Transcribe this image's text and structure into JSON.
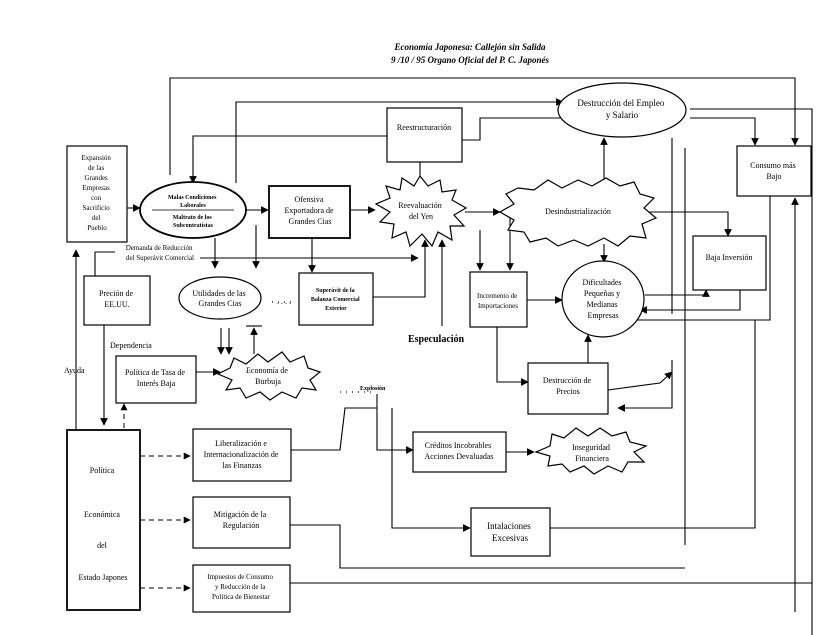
{
  "header": {
    "title": "Economía Japonesa: Callejón sin Salida",
    "subtitle": "9 /10 / 95   Organo Oficial del P. C. Japonés"
  },
  "nodes": {
    "expansion": [
      "Expansión",
      "de las",
      "Grandes",
      "Empresas",
      "con",
      "Sacrificio",
      "del",
      "Pueblo"
    ],
    "malas_condiciones": [
      "Malas Condiciones",
      "Laborales"
    ],
    "maltrato": [
      "Maltrato de los",
      "Subcontratistas"
    ],
    "ofensiva": [
      "Ofensiva",
      "Exportadora de",
      "Grandes Cias"
    ],
    "reestructuracion": "Reestructuración",
    "reevaluacion": [
      "Reevaluación",
      "del Yen"
    ],
    "desindustrializacion": "Desindustrialización",
    "destruccion_empleo": [
      "Destrucción del Empleo",
      "y Salario"
    ],
    "consumo_bajo": [
      "Consumo más",
      "Bajo"
    ],
    "demanda_reduccion": [
      "Demanda de Reducción",
      "del Superávit Comercial"
    ],
    "utilidades": [
      "Utilidades de las",
      "Grandes Cias"
    ],
    "superavit": [
      "Superávit de la",
      "Balanza Comercial",
      "Exterior"
    ],
    "incremento_importaciones": [
      "Incremento de",
      "Importaciones"
    ],
    "dificultades": [
      "Dificultades",
      "Pequeñas y",
      "Medianas",
      "Empresas"
    ],
    "baja_inversion": "Baja Inversión",
    "presion": [
      "Preción de",
      "EE.UU."
    ],
    "dependencia": "Dependencia",
    "politica_tasa": [
      "Política de Tasa de",
      "Interés Baja"
    ],
    "economia_burbuja": [
      "Economía de",
      "Burbuja"
    ],
    "explosion": "Explosión",
    "especulacion": "Especulación",
    "destruccion_precios": [
      "Destrucción de",
      "Precios"
    ],
    "ayuda": "Ayuda",
    "politica_economica": [
      "Política",
      "Económica",
      "del",
      "Estado Japones"
    ],
    "liberalizacion": [
      "Liberalización e",
      "Internacionalización de",
      "las Finanzas"
    ],
    "creditos": [
      "Créditos Incobrables",
      "Acciones Devaluadas"
    ],
    "inseguridad": [
      "Inseguridad",
      "Financiera"
    ],
    "mitigacion": [
      "Mitigación de la",
      "Regulación"
    ],
    "instalaciones": [
      "Intalaciones",
      "Excesivas"
    ],
    "impuestos": [
      "Impuestos de Consumo",
      "y Reducción de la",
      "Política de Bienestar"
    ],
    "ellipsis": ". . . ."
  }
}
